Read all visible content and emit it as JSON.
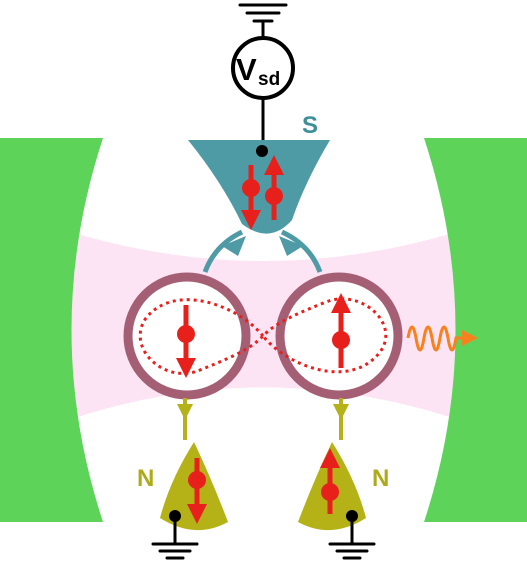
{
  "labels": {
    "source": "V",
    "source_sub": "sd",
    "superconductor": "S",
    "normal_left": "N",
    "normal_right": "N"
  },
  "colors": {
    "mirror": "#5dd35a",
    "cavity_field": "#fce4f4",
    "superconductor": "#4e9ba6",
    "superconductor_label": "#3d8f9c",
    "normal_lead": "#b5b218",
    "normal_label": "#aeab1a",
    "dot_ring": "#a45f75",
    "spin": "#e8201c",
    "photon": "#f5821f",
    "wire": "#000000"
  }
}
